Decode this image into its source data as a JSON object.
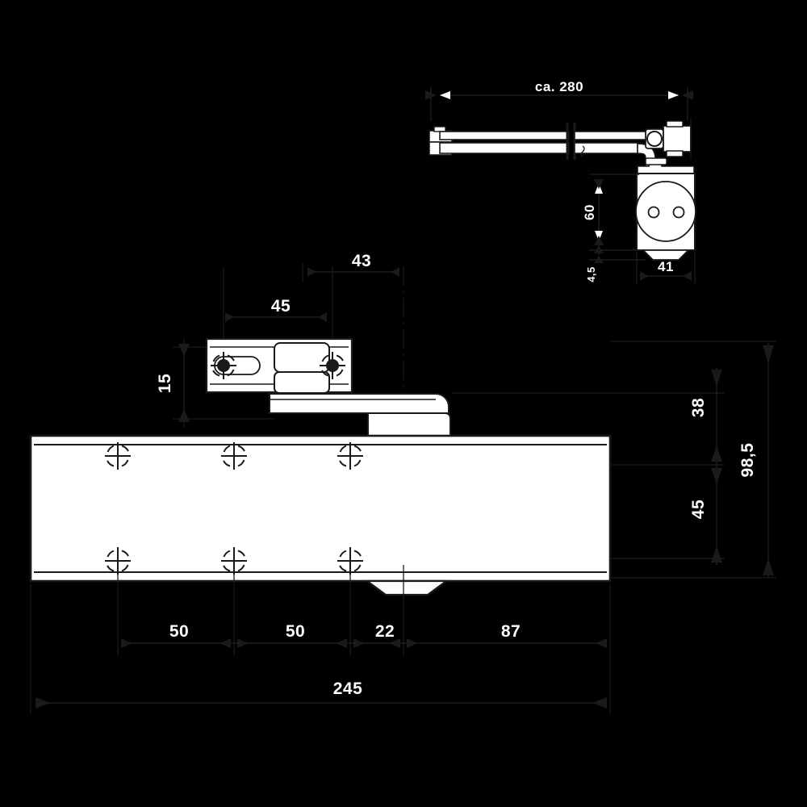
{
  "drawing": {
    "title": "Door closer assembly technical drawing",
    "units": "mm",
    "background_color": "#000000",
    "line_color": "#1a1a1a",
    "fill_color": "#ffffff",
    "text_color": "#ffffff"
  },
  "detail_view": {
    "name": "arm-and-closer-side-view",
    "dimensions": {
      "arm_length": "ca. 280",
      "body_height": "60",
      "base_offset": "4,5",
      "body_width": "41"
    }
  },
  "main_view": {
    "name": "closer-body-front-view",
    "dimensions": {
      "bracket_offset_top": "43",
      "bracket_length": "45",
      "bracket_height": "15",
      "arm_drop": "38",
      "body_height_lower": "45",
      "total_height": "98,5",
      "hole_spacing_1": "50",
      "hole_spacing_2": "50",
      "hole_spacing_3": "22",
      "end_offset": "87",
      "total_length": "245"
    }
  },
  "labels": {
    "ca280": "ca. 280",
    "d60": "60",
    "d45c": "4,5",
    "d41": "41",
    "d43": "43",
    "d45": "45",
    "d15": "15",
    "d38": "38",
    "d45b": "45",
    "d985": "98,5",
    "d50a": "50",
    "d50b": "50",
    "d22": "22",
    "d87": "87",
    "d245": "245"
  }
}
